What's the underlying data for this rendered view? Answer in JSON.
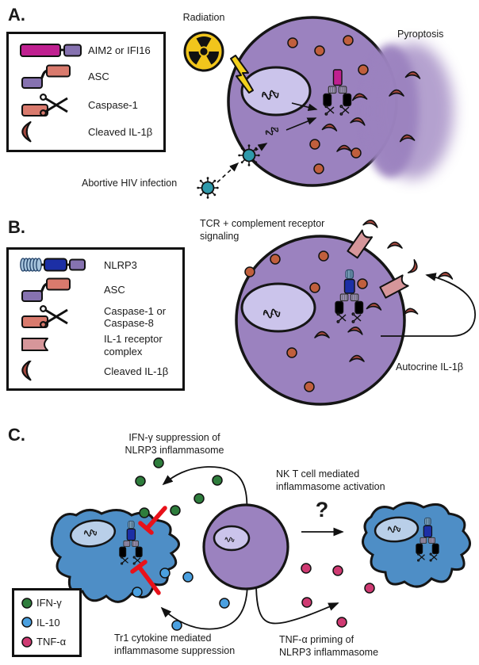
{
  "figure": {
    "panel_a": {
      "label": "A.",
      "legend": [
        {
          "icon": "aim2-ifi16-icon",
          "label": "AIM2 or IFI16"
        },
        {
          "icon": "asc-icon",
          "label": "ASC"
        },
        {
          "icon": "caspase-scissors-icon",
          "label": "Caspase-1"
        },
        {
          "icon": "cleaved-il1b-icon",
          "label": "Cleaved IL-1β"
        }
      ],
      "labels": {
        "radiation": "Radiation",
        "pyroptosis": "Pyroptosis",
        "abortive_hiv": "Abortive HIV infection"
      }
    },
    "panel_b": {
      "label": "B.",
      "legend": [
        {
          "icon": "nlrp3-icon",
          "label": "NLRP3"
        },
        {
          "icon": "asc-icon",
          "label": "ASC"
        },
        {
          "icon": "caspase-scissors-icon",
          "label": "Caspase-1 or\nCaspase-8"
        },
        {
          "icon": "il1-receptor-icon",
          "label": "IL-1 receptor\ncomplex"
        },
        {
          "icon": "cleaved-il1b-icon",
          "label": "Cleaved IL-1β"
        }
      ],
      "labels": {
        "tcr": "TCR + complement receptor\nsignaling",
        "autocrine": "Autocrine IL-1β"
      }
    },
    "panel_c": {
      "label": "C.",
      "legend": [
        {
          "icon": "dot-icon",
          "label": "IFN-γ",
          "color": "#2e7d3c"
        },
        {
          "icon": "dot-icon",
          "label": "IL-10",
          "color": "#4aa0e0"
        },
        {
          "icon": "dot-icon",
          "label": "TNF-α",
          "color": "#cf3a72"
        }
      ],
      "labels": {
        "ifng_suppression": "IFN-γ suppression of\nNLRP3 inflammasome",
        "nkt_activation": "NK T cell mediated\ninflammasome activation",
        "tr1_suppression": "Tr1 cytokine mediated\ninflammasome suppression",
        "tnfa_priming": "TNF-α priming of\nNLRP3 inflammasome",
        "question_mark": "?"
      }
    },
    "colors": {
      "cell_purple": "#9b82bf",
      "nucleus_lavender": "#cbc4eb",
      "macrophage_blue": "#4e8ec6",
      "macrophage_nucleus": "#b9cfe9",
      "il1b_crescent": "#a8493f",
      "pro_il1b_dot": "#c05f3d",
      "aim2_magenta": "#bf2090",
      "nlrp3_navy": "#1c2fa5",
      "asc_purple": "#8672b0",
      "caspase_salmon": "#d4694e",
      "caspase_red": "#cc3b2d",
      "receptor_pink": "#d6969a",
      "hiv_teal": "#2f9aab",
      "radiation_yellow": "#f1c51c",
      "ifng_green": "#2e7d3c",
      "il10_blue": "#4aa0e0",
      "tnfa_pink": "#cf3a72",
      "inhibit_red": "#e8111a"
    }
  }
}
